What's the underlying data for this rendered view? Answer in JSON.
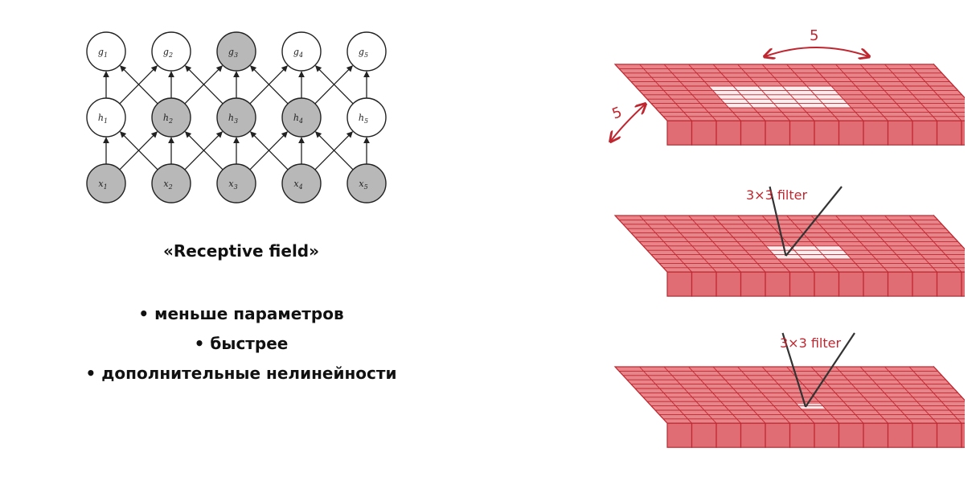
{
  "graph": {
    "rows": [
      {
        "row": "g",
        "nodes": [
          {
            "base": "g",
            "sub": "1",
            "shaded": false
          },
          {
            "base": "g",
            "sub": "2",
            "shaded": false
          },
          {
            "base": "g",
            "sub": "3",
            "shaded": true
          },
          {
            "base": "g",
            "sub": "4",
            "shaded": false
          },
          {
            "base": "g",
            "sub": "5",
            "shaded": false
          }
        ]
      },
      {
        "row": "h",
        "nodes": [
          {
            "base": "h",
            "sub": "1",
            "shaded": false
          },
          {
            "base": "h",
            "sub": "2",
            "shaded": true
          },
          {
            "base": "h",
            "sub": "3",
            "shaded": true
          },
          {
            "base": "h",
            "sub": "4",
            "shaded": true
          },
          {
            "base": "h",
            "sub": "5",
            "shaded": false
          }
        ]
      },
      {
        "row": "x",
        "nodes": [
          {
            "base": "x",
            "sub": "1",
            "shaded": true
          },
          {
            "base": "x",
            "sub": "2",
            "shaded": true
          },
          {
            "base": "x",
            "sub": "3",
            "shaded": true
          },
          {
            "base": "x",
            "sub": "4",
            "shaded": true
          },
          {
            "base": "x",
            "sub": "5",
            "shaded": true
          }
        ]
      }
    ],
    "colors": {
      "shaded": "#b8b8b8",
      "plain": "#ffffff",
      "stroke": "#222222"
    }
  },
  "caption": "«Receptive field»",
  "bullets": [
    "меньше параметров",
    "быстрее",
    "дополнительные нелинейности"
  ],
  "cnn": {
    "width_label": "5",
    "depth_label": "5",
    "filter_labels": [
      "3×3 filter",
      "3×3 filter"
    ],
    "colors": {
      "cell_top": "#e8858a",
      "cell_front": "#e06d74",
      "grid": "#c0262f",
      "highlight": "#ffffff",
      "line": "#333333"
    }
  }
}
